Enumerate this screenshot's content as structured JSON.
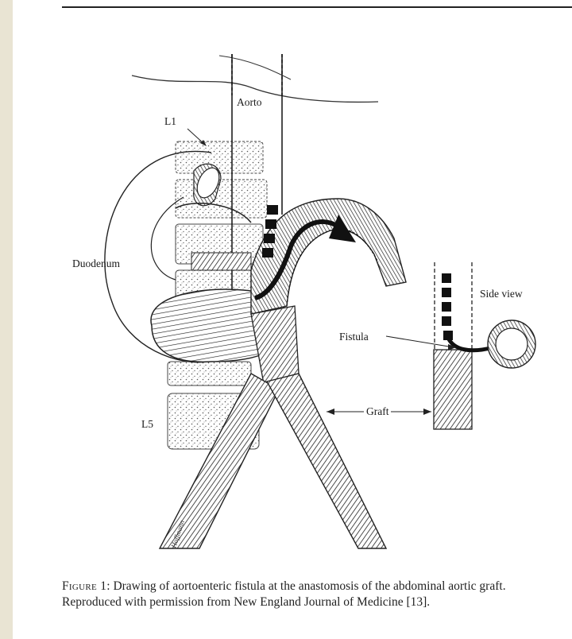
{
  "figure": {
    "labels": {
      "aorta": "Aorto",
      "l1": "L1",
      "duodenum": "Duodenum",
      "l5": "L5",
      "fistula": "Fistula",
      "graft_main": "Graft",
      "graft_side": "Graft",
      "side_view": "Side view"
    },
    "signature": "Hoffmann"
  },
  "caption": {
    "figure_tag": "Figure 1",
    "text": ": Drawing of aortoenteric fistula at the anastomosis of the abdominal aortic graft. Reproduced with permission from New England Journal of Medicine [13]."
  }
}
